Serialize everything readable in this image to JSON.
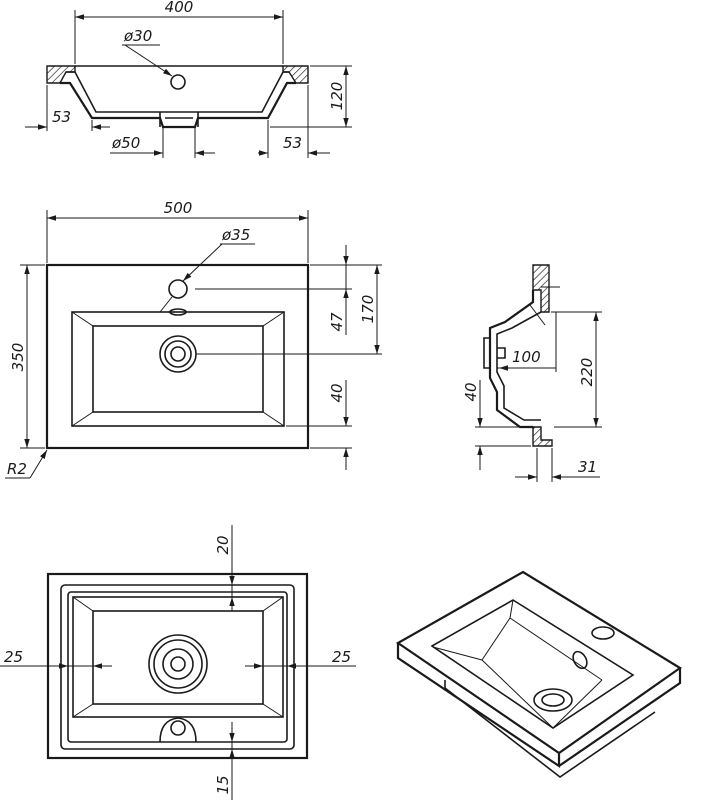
{
  "section_view": {
    "width_top": "400",
    "tap_hole": "ø30",
    "depth": "120",
    "wall_left": "53",
    "wall_right": "53",
    "drain": "ø50"
  },
  "plan_view": {
    "width": "500",
    "tap_hole": "ø35",
    "height": "350",
    "radius": "R2",
    "to_tap": "47",
    "to_drain": "170",
    "front_edge": "40"
  },
  "side_view": {
    "bowl_depth": "100",
    "height": "220",
    "front_lip": "40",
    "rim": "31"
  },
  "bottom_view": {
    "top_margin": "20",
    "left_margin": "25",
    "right_margin": "25",
    "bottom_margin": "15"
  }
}
